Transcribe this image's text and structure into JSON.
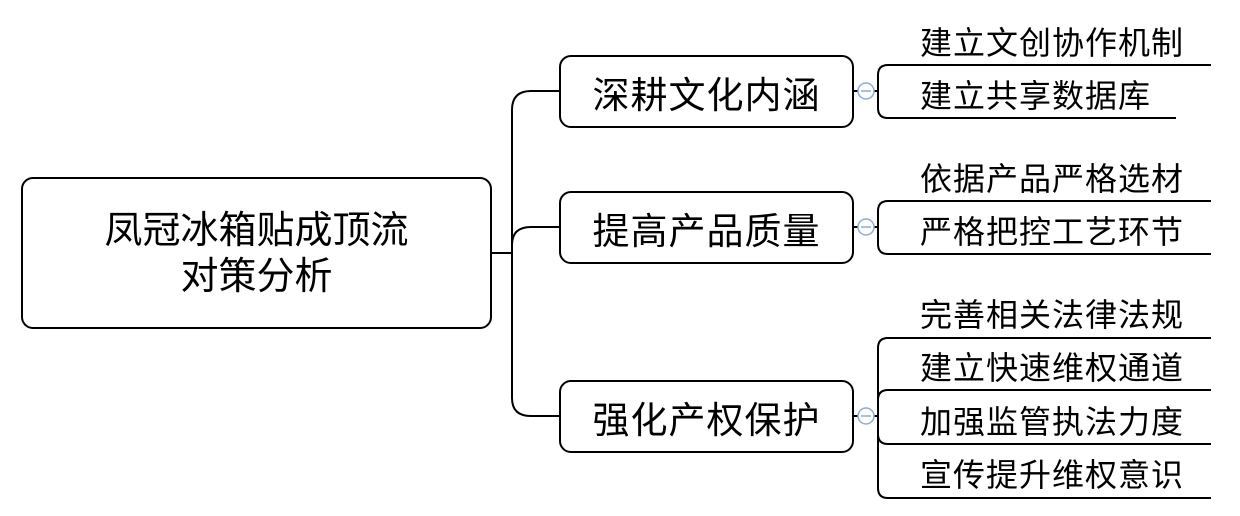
{
  "root": {
    "line1": "凤冠冰箱贴成顶流",
    "line2": "对策分析"
  },
  "branches": [
    {
      "label": "深耕文化内涵",
      "children": [
        "建立文创协作机制",
        "建立共享数据库"
      ]
    },
    {
      "label": "提高产品质量",
      "children": [
        "依据产品严格选材",
        "严格把控工艺环节"
      ]
    },
    {
      "label": "强化产权保护",
      "children": [
        "完善相关法律法规",
        "建立快速维权通道",
        "加强监管执法力度",
        "宣传提升维权意识"
      ]
    }
  ],
  "colors": {
    "line": "#000000",
    "collapse_icon": "#8ea9db"
  },
  "icons": [
    "collapse-minus-icon"
  ]
}
